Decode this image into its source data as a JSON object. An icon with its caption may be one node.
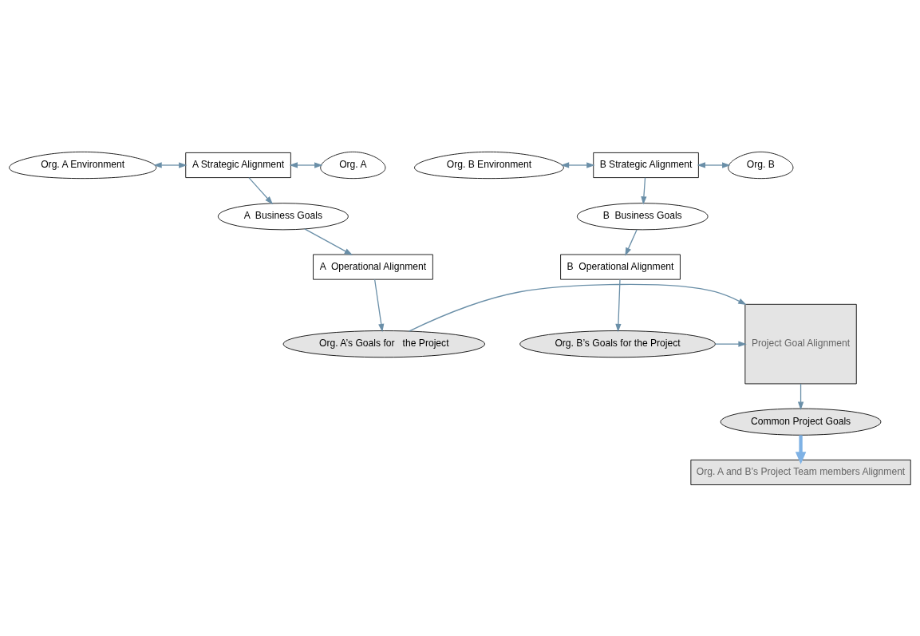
{
  "diagram": {
    "nodes": [
      {
        "text": [
          "Org. A Environment"
        ]
      },
      {
        "text": [
          "A Strategic Alignment"
        ]
      },
      {
        "text": [
          "Org. A"
        ]
      },
      {
        "text": [
          "Org. B Environment"
        ]
      },
      {
        "text": [
          "B Strategic Alignment"
        ]
      },
      {
        "text": [
          "Org. B"
        ]
      },
      {
        "text": [
          "A  Business Goals"
        ]
      },
      {
        "text": [
          "B  Business Goals"
        ]
      },
      {
        "text": [
          "A  Operational Alignment"
        ]
      },
      {
        "text": [
          "B  Operational Alignment"
        ]
      },
      {
        "text": [
          "Org. A’s Goals for   the Project"
        ]
      },
      {
        "text": [
          "Project Goal Alignment"
        ]
      },
      {
        "text": [
          "Org. B’s Goals for the Project"
        ]
      },
      {
        "text": [
          "Common Project Goals"
        ]
      },
      {
        "text": [
          "Org. A and B’s Project Team members Alignment"
        ]
      }
    ],
    "edges": [
      {
        "from": 0,
        "to": 1,
        "arrow": "both"
      },
      {
        "from": 1,
        "to": 2,
        "arrow": "both"
      },
      {
        "from": 3,
        "to": 4,
        "arrow": "both"
      },
      {
        "from": 4,
        "to": 5,
        "arrow": "both"
      },
      {
        "from": 1,
        "to": 6,
        "arrow": "to"
      },
      {
        "from": 6,
        "to": 8,
        "arrow": "to"
      },
      {
        "from": 8,
        "to": 10,
        "arrow": "to"
      },
      {
        "from": 4,
        "to": 7,
        "arrow": "to"
      },
      {
        "from": 7,
        "to": 9,
        "arrow": "to"
      },
      {
        "from": 9,
        "to": 12,
        "arrow": "to"
      },
      {
        "from": 10,
        "to": 11,
        "arrow": "to"
      },
      {
        "from": 12,
        "to": 11,
        "arrow": "to"
      },
      {
        "from": 11,
        "to": 13,
        "arrow": "to"
      },
      {
        "from": 13,
        "to": 14,
        "arrow": "to",
        "style": "thick",
        "color": "#7fb2e5"
      }
    ]
  }
}
